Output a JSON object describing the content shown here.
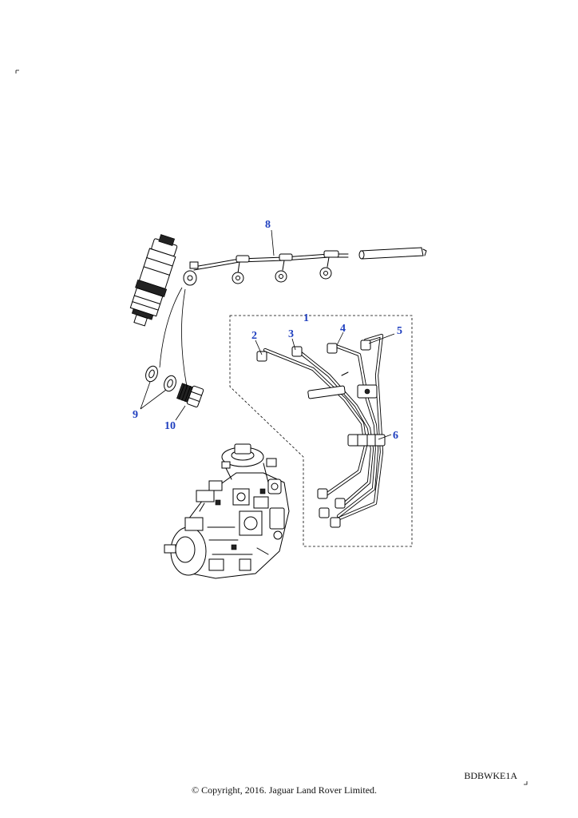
{
  "callouts": {
    "c1": "1",
    "c2": "2",
    "c3": "3",
    "c4": "4",
    "c5": "5",
    "c6": "6",
    "c8": "8",
    "c9": "9",
    "c10": "10"
  },
  "footer": {
    "ref_code": "BDBWKE1A",
    "copyright": "© Copyright, 2016. Jaguar Land Rover Limited."
  },
  "colors": {
    "callout_blue": "#1f3fbf",
    "line_art": "#000000",
    "background": "#ffffff"
  }
}
